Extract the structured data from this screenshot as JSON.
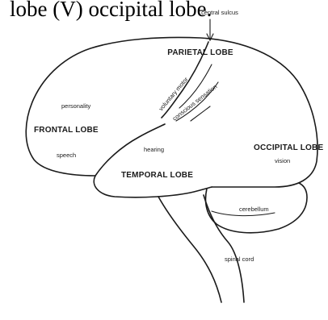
{
  "caption": "lobe (V) occipital lobe.",
  "labels": {
    "central_sulcus": "central sulcus",
    "parietal_lobe": "PARIETAL LOBE",
    "voluntary_motor": "voluntary motor",
    "conscious_sensation": "conscious sensation",
    "personality": "personality",
    "frontal_lobe": "FRONTAL LOBE",
    "speech": "speech",
    "hearing": "hearing",
    "occipital_lobe": "OCCIPITAL LOBE",
    "vision": "vision",
    "temporal_lobe": "TEMPORAL LOBE",
    "cerebellum": "cerebellum",
    "spinal_cord": "spinal cord"
  }
}
